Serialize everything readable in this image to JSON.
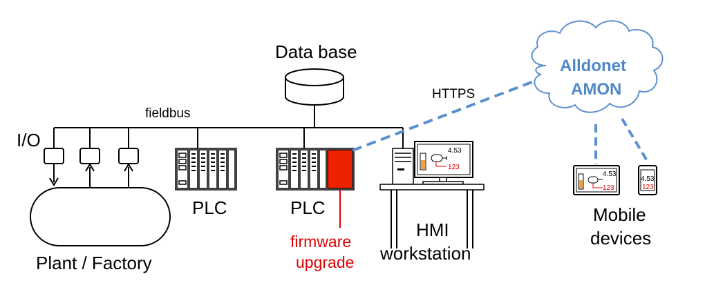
{
  "diagram": {
    "database_label": "Data base",
    "fieldbus_label": "fieldbus",
    "io_label": "I/O",
    "https_label": "HTTPS",
    "cloud_label_line1": "Alldonet",
    "cloud_label_line2": "AMON",
    "plc1_label": "PLC",
    "plc2_label": "PLC",
    "firmware_label_line1": "firmware",
    "firmware_label_line2": "upgrade",
    "hmi_label_line1": "HMI",
    "hmi_label_line2": "workstation",
    "mobile_label_line1": "Mobile",
    "mobile_label_line2": "devices",
    "plant_label": "Plant / Factory",
    "screen_value_1": "4.53",
    "screen_value_2": "123",
    "colors": {
      "network_line": "#000000",
      "cloud": "#4f87c8",
      "https_link": "#5b8fd0",
      "firmware": "#ee2200",
      "tank_fill": "#f0a040"
    }
  }
}
